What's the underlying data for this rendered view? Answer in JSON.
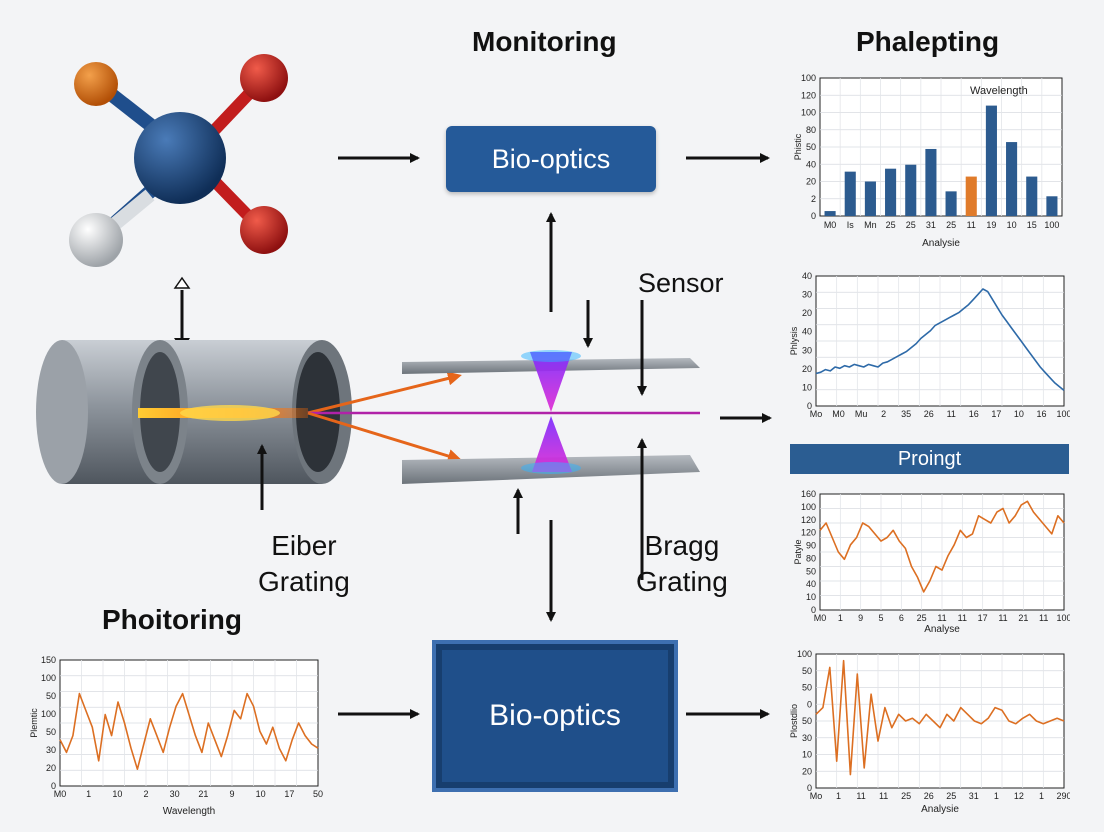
{
  "titles": {
    "monitoring": "Monitoring",
    "phalepting": "Phalepting",
    "sensor": "Sensor",
    "fiber_grating": "Eiber\nGrating",
    "bragg_grating": "Bragg\nGrating",
    "phoitoring": "Phoitoring"
  },
  "boxes": {
    "top": "Bio-optics",
    "bottom": "Bio-optics"
  },
  "banner": "Proingt",
  "colors": {
    "bar": "#2c5b8f",
    "bar_highlight": "#e07b2a",
    "line_blue": "#2e6aa8",
    "line_orange": "#dc6f22",
    "box": "#255a99"
  },
  "chart_data": [
    {
      "type": "bar",
      "title": "Wavelength",
      "ylabel": "Phistic",
      "xlabel": "Analysie",
      "categories": [
        "M0",
        "Is",
        "Mn",
        "25",
        "25",
        "31",
        "25",
        "11",
        "19",
        "10",
        "15",
        "100"
      ],
      "values": [
        5,
        45,
        35,
        48,
        52,
        68,
        25,
        40,
        112,
        75,
        40,
        20
      ],
      "highlight_index": 7,
      "yticks": [
        "0",
        "2",
        "20",
        "40",
        "50",
        "80",
        "100",
        "120",
        "100"
      ],
      "ylim": [
        0,
        140
      ],
      "grid": true
    },
    {
      "type": "line",
      "ylabel": "Phlysis",
      "xlabel": "",
      "xticks": [
        "Mo",
        "M0",
        "Mu",
        "2",
        "35",
        "26",
        "11",
        "16",
        "17",
        "10",
        "16",
        "100"
      ],
      "yticks": [
        "0",
        "10",
        "20",
        "30",
        "40",
        "20",
        "30",
        "40"
      ],
      "values": [
        25,
        26,
        28,
        27,
        30,
        29,
        31,
        30,
        32,
        31,
        30,
        32,
        31,
        30,
        33,
        34,
        36,
        38,
        40,
        42,
        45,
        48,
        52,
        55,
        58,
        62,
        64,
        66,
        68,
        70,
        72,
        75,
        78,
        82,
        86,
        90,
        88,
        82,
        76,
        70,
        65,
        60,
        55,
        50,
        45,
        40,
        35,
        30,
        26,
        22,
        18,
        15,
        12
      ],
      "ylim": [
        0,
        100
      ],
      "grid": true
    },
    {
      "type": "line",
      "title": "Proingt",
      "ylabel": "Patyle",
      "xlabel": "Analyse",
      "xticks": [
        "M0",
        "1",
        "9",
        "5",
        "6",
        "25",
        "11",
        "11",
        "17",
        "11",
        "21",
        "11",
        "100"
      ],
      "yticks": [
        "0",
        "10",
        "40",
        "50",
        "80",
        "90",
        "120",
        "120",
        "100",
        "160"
      ],
      "values": [
        110,
        120,
        100,
        80,
        70,
        90,
        100,
        120,
        115,
        105,
        95,
        100,
        110,
        95,
        85,
        60,
        45,
        25,
        40,
        60,
        55,
        75,
        90,
        110,
        100,
        105,
        130,
        125,
        120,
        135,
        140,
        120,
        130,
        145,
        150,
        135,
        125,
        115,
        105,
        130,
        120
      ],
      "ylim": [
        0,
        160
      ],
      "grid": true
    },
    {
      "type": "line",
      "ylabel": "Plostdlio",
      "xlabel": "Analysie",
      "xticks": [
        "Mo",
        "1",
        "11",
        "11",
        "25",
        "26",
        "25",
        "31",
        "1",
        "12",
        "1",
        "290"
      ],
      "yticks": [
        "0",
        "20",
        "10",
        "30",
        "50",
        "0",
        "50",
        "50",
        "100"
      ],
      "values": [
        55,
        60,
        90,
        20,
        95,
        10,
        85,
        15,
        70,
        35,
        60,
        45,
        55,
        50,
        52,
        48,
        55,
        50,
        45,
        55,
        50,
        60,
        55,
        50,
        48,
        52,
        60,
        58,
        50,
        48,
        52,
        55,
        50,
        48,
        50,
        52,
        50
      ],
      "ylim": [
        0,
        100
      ],
      "grid": true
    },
    {
      "type": "line",
      "title": "Phoitoring",
      "ylabel": "Plemtic",
      "xlabel": "Wavelength",
      "xticks": [
        "M0",
        "1",
        "10",
        "2",
        "30",
        "21",
        "9",
        "10",
        "17",
        "50"
      ],
      "yticks": [
        "0",
        "20",
        "30",
        "50",
        "100",
        "50",
        "100",
        "150"
      ],
      "values": [
        55,
        40,
        60,
        110,
        90,
        70,
        30,
        85,
        60,
        100,
        75,
        45,
        20,
        50,
        80,
        60,
        40,
        70,
        95,
        110,
        85,
        60,
        40,
        75,
        55,
        35,
        60,
        90,
        80,
        110,
        95,
        65,
        50,
        70,
        45,
        30,
        55,
        75,
        60,
        50,
        45
      ],
      "ylim": [
        0,
        150
      ],
      "grid": true
    }
  ]
}
